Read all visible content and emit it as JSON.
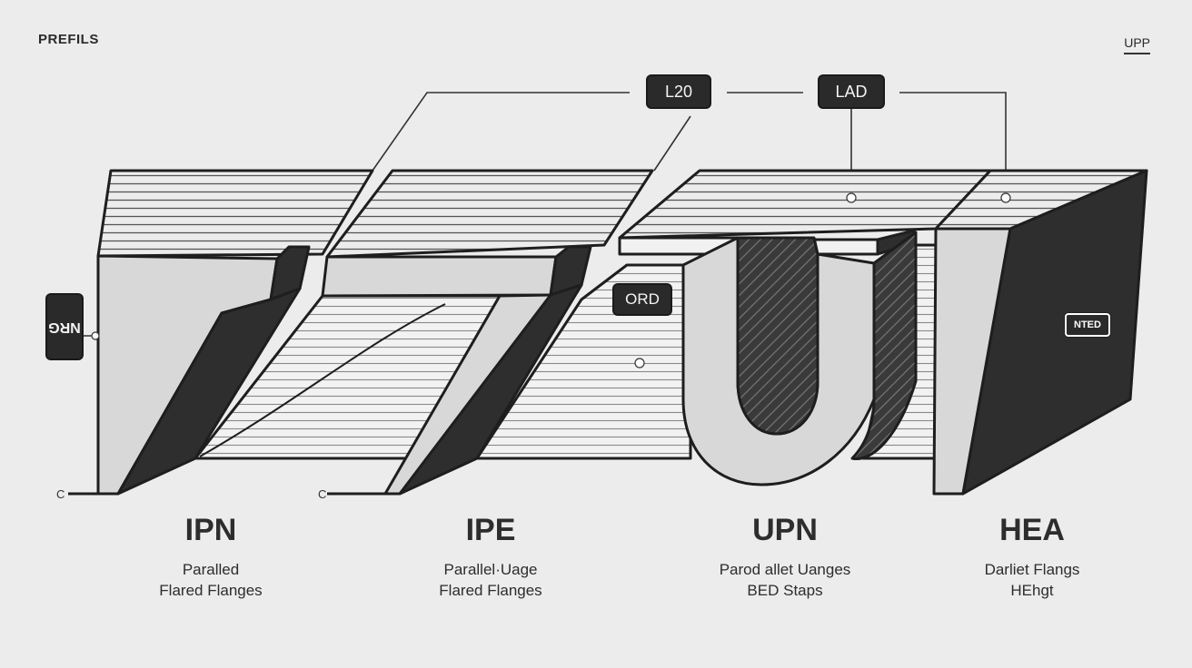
{
  "header": {
    "title": "PREFILS",
    "corner_label": "UPP"
  },
  "callouts": {
    "dim": "L20",
    "lad": "LAD",
    "ord": "ORD",
    "nrg": "NRG",
    "nted": "NTED"
  },
  "ticks": {
    "left": "C",
    "mid": "C"
  },
  "profiles": [
    {
      "name": "IPN",
      "line1": "Paralled",
      "line2": "Flared Flanges"
    },
    {
      "name": "IPE",
      "line1": "Parallel·Uage",
      "line2": "Flared Flanges"
    },
    {
      "name": "UPN",
      "line1": "Parod allet Uanges",
      "line2": "BED Staps"
    },
    {
      "name": "HEA",
      "line1": "Darliet Flangs",
      "line2": "HEhgt"
    }
  ]
}
